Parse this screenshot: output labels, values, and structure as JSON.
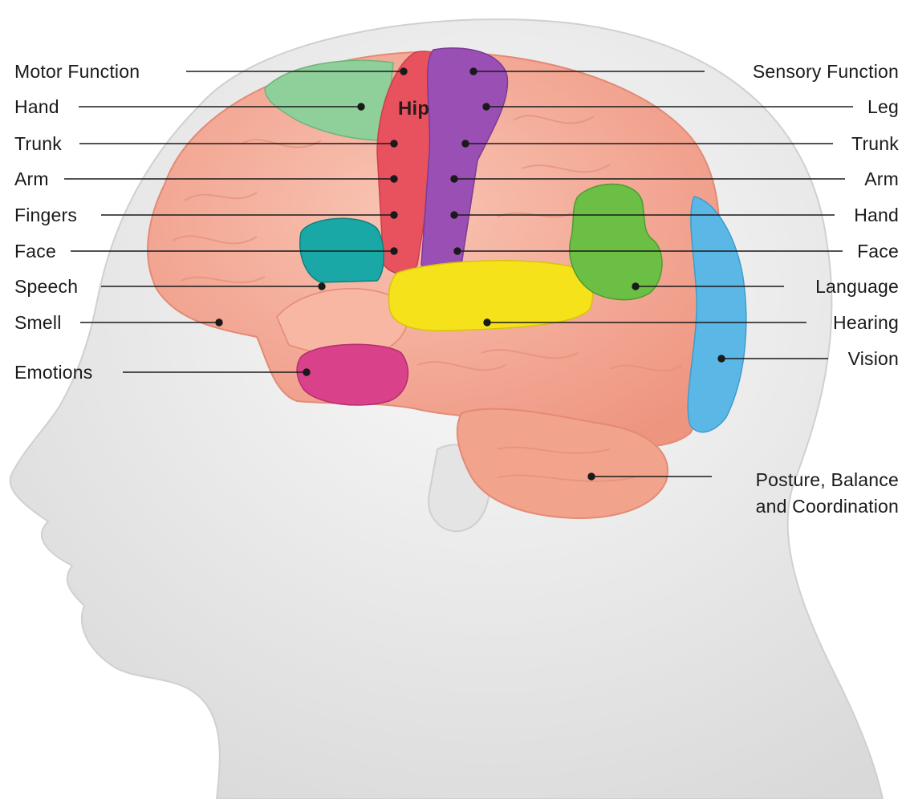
{
  "diagram": {
    "left_labels": {
      "motor_function": "Motor Function",
      "hand": "Hand",
      "trunk": "Trunk",
      "arm": "Arm",
      "fingers": "Fingers",
      "face": "Face",
      "speech": "Speech",
      "smell": "Smell",
      "emotions": "Emotions"
    },
    "center_labels": {
      "hip": "Hip"
    },
    "right_labels": {
      "sensory_function": "Sensory Function",
      "leg": "Leg",
      "trunk": "Trunk",
      "arm": "Arm",
      "hand": "Hand",
      "face": "Face",
      "language": "Language",
      "hearing": "Hearing",
      "vision": "Vision",
      "posture_line1": "Posture, Balance",
      "posture_line2": "and Coordination"
    },
    "colors": {
      "head": "#ececec",
      "brain": "#f4a68f",
      "motor_strip": "#e8525f",
      "sensory_strip": "#9a4fb5",
      "hand_motor_area": "#8fcf9a",
      "speech_area": "#1aa8a6",
      "emotions_area": "#d9418a",
      "hearing_area": "#f5e21a",
      "language_area": "#6bbf45",
      "vision_area": "#5bb8e6",
      "cerebellum": "#f2a38c",
      "leader_line": "#1a1a1a"
    }
  }
}
